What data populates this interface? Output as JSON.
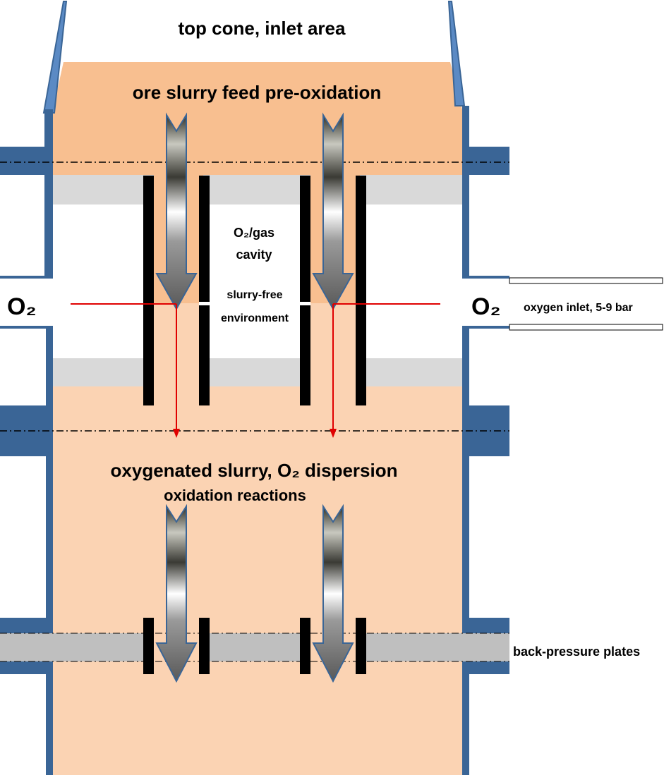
{
  "labels": {
    "top_cone": "top cone, inlet area",
    "pre_oxidation": "ore slurry feed pre-oxidation",
    "cavity_line1": "O₂/gas",
    "cavity_line2": "cavity",
    "slurry_free_line1": "slurry-free",
    "slurry_free_line2": "environment",
    "o2_left": "O₂",
    "o2_right": "O₂",
    "oxygen_inlet": "oxygen inlet, 5-9 bar",
    "oxygenated_slurry": "oxygenated slurry, O₂ dispersion",
    "oxidation_reactions": "oxidation reactions",
    "back_pressure": "back-pressure plates"
  },
  "colors": {
    "vessel_wall": "#3a6596",
    "slurry_top": "#f8bf90",
    "slurry_bottom": "#fbd3b3",
    "plate_gray": "#d9d9d9",
    "back_plate_gray": "#bfbfbf",
    "oxygen_line": "#e00000",
    "tube": "#000000"
  }
}
